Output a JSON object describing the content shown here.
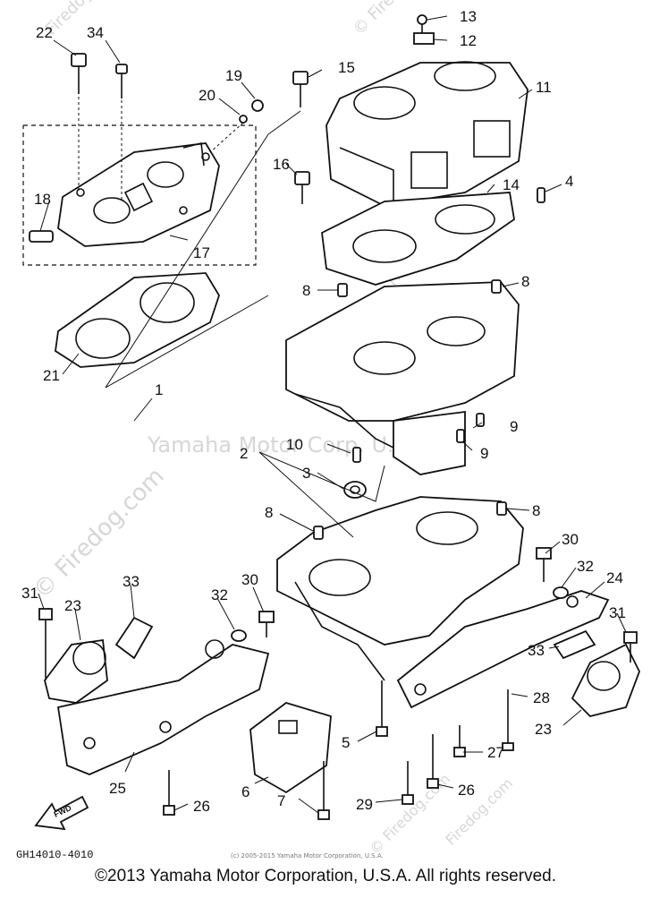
{
  "watermarks": {
    "corner_top": "© Firedog.com",
    "left_diag": "© Firedog.com",
    "center": "Yamaha Motor Corp. U.S.A.",
    "upper_right": "Firedog.com",
    "bottom_mid": "Firedog.com",
    "bottom_right": "© Firedog.com"
  },
  "diagram_code": "GH14010-4010",
  "small_notice": "(c) 2005-2015 Yamaha Motor Corporation, U.S.A.",
  "copyright": "©2013 Yamaha Motor Corporation, U.S.A. All rights reserved.",
  "callouts": {
    "c1": "1",
    "c2": "2",
    "c3": "3",
    "c4": "4",
    "c5": "5",
    "c6": "6",
    "c7": "7",
    "c8a": "8",
    "c8b": "8",
    "c8c": "8",
    "c8d": "8",
    "c9a": "9",
    "c9b": "9",
    "c10": "10",
    "c11": "11",
    "c12": "12",
    "c13": "13",
    "c14": "14",
    "c15": "15",
    "c16": "16",
    "c17": "17",
    "c18": "18",
    "c19": "19",
    "c20": "20",
    "c21": "21",
    "c22": "22",
    "c23a": "23",
    "c23b": "23",
    "c24": "24",
    "c25": "25",
    "c26a": "26",
    "c26b": "26",
    "c27": "27",
    "c28": "28",
    "c29": "29",
    "c30a": "30",
    "c30b": "30",
    "c31a": "31",
    "c31b": "31",
    "c32a": "32",
    "c32b": "32",
    "c33a": "33",
    "c33b": "33",
    "c34": "34"
  },
  "fwd_label": "FWD"
}
